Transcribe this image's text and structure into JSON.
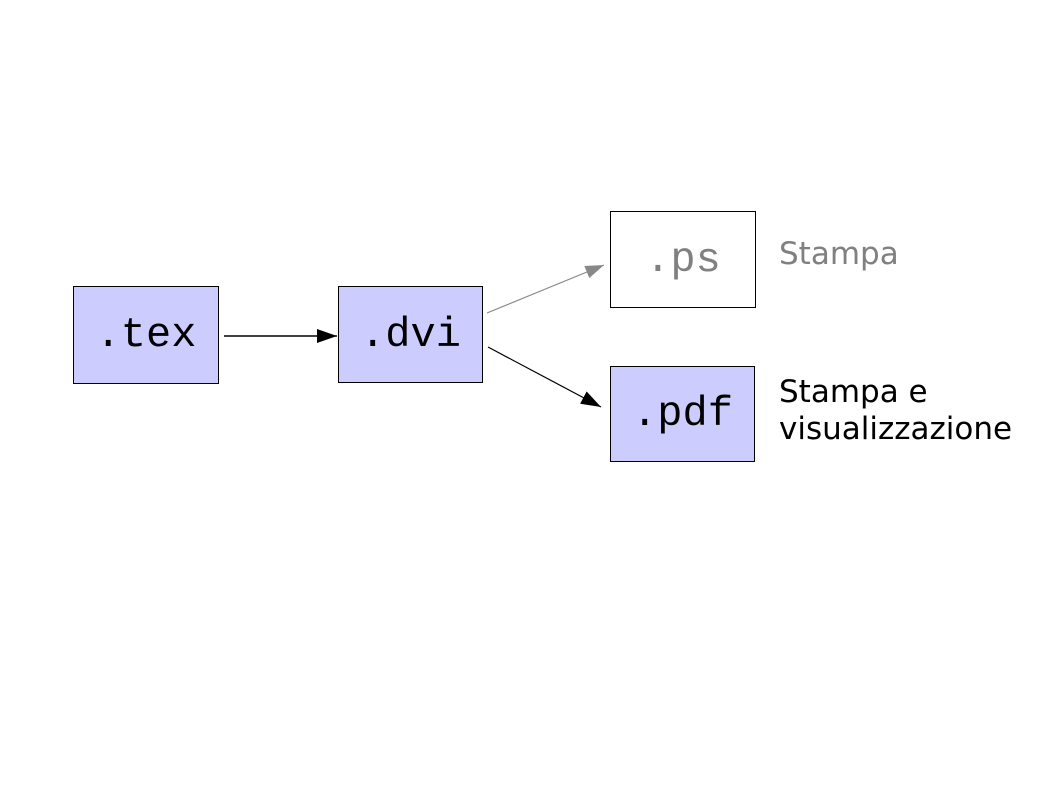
{
  "diagram": {
    "background_color": "#ffffff",
    "node_fill_color": "#ccccff",
    "node_border_color": "#000000",
    "muted_color": "#808080",
    "text_color": "#000000",
    "nodes": [
      {
        "id": "tex",
        "label": ".tex",
        "variant": "filled"
      },
      {
        "id": "dvi",
        "label": ".dvi",
        "variant": "filled"
      },
      {
        "id": "ps",
        "label": ".ps",
        "variant": "outline-muted"
      },
      {
        "id": "pdf",
        "label": ".pdf",
        "variant": "filled"
      }
    ],
    "annotations": [
      {
        "target": "ps",
        "lines": [
          "Stampa"
        ],
        "muted": true
      },
      {
        "target": "pdf",
        "lines": [
          "Stampa e",
          "visualizzazione"
        ],
        "muted": false
      }
    ],
    "edges": [
      {
        "from": ".tex",
        "to": ".dvi",
        "style": "black-arrow"
      },
      {
        "from": ".dvi",
        "to": ".ps",
        "style": "gray-arrow"
      },
      {
        "from": ".dvi",
        "to": ".pdf",
        "style": "black-arrow"
      }
    ]
  }
}
